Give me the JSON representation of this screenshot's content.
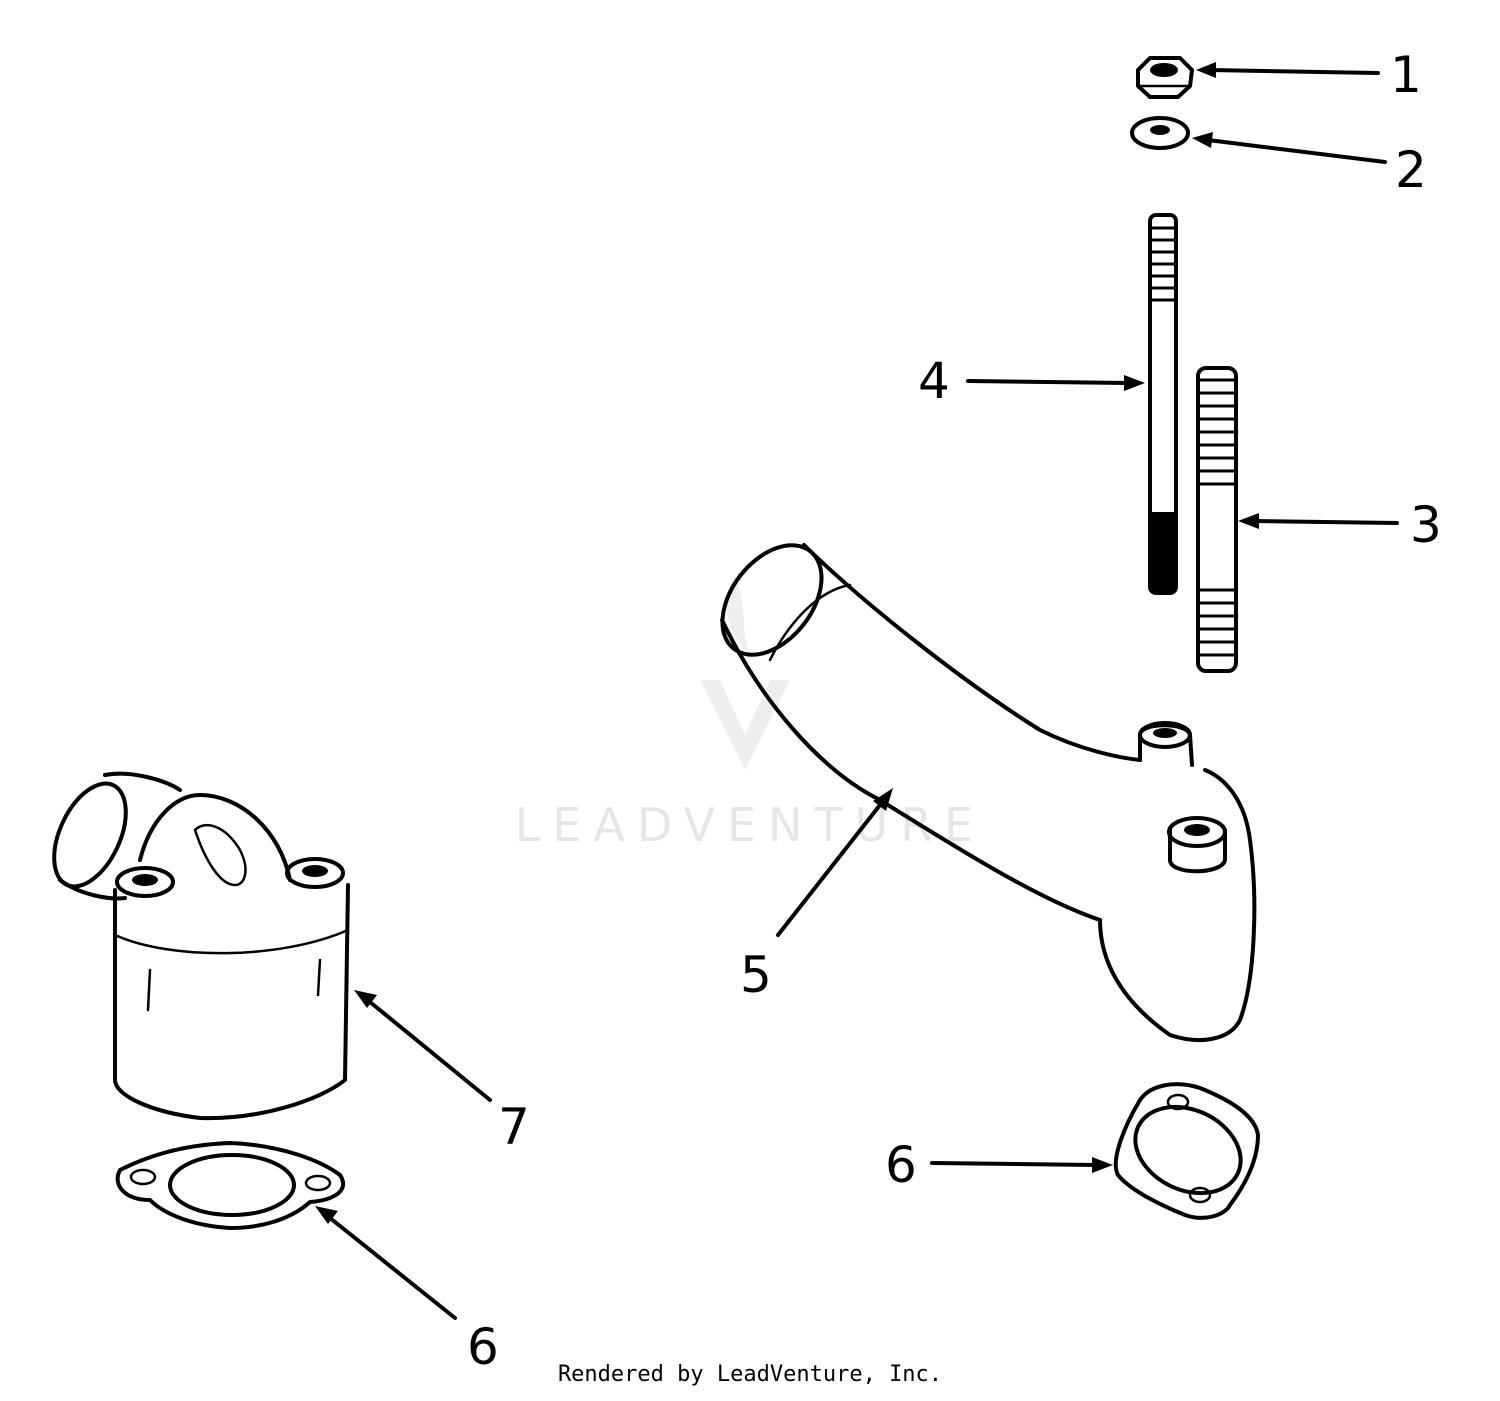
{
  "callouts": {
    "c1": "1",
    "c2": "2",
    "c3": "3",
    "c4": "4",
    "c5": "5",
    "c6_right": "6",
    "c7": "7",
    "c6_left": "6"
  },
  "watermark_text": "LEADVENTURE",
  "footer_text": "Rendered by LeadVenture, Inc."
}
